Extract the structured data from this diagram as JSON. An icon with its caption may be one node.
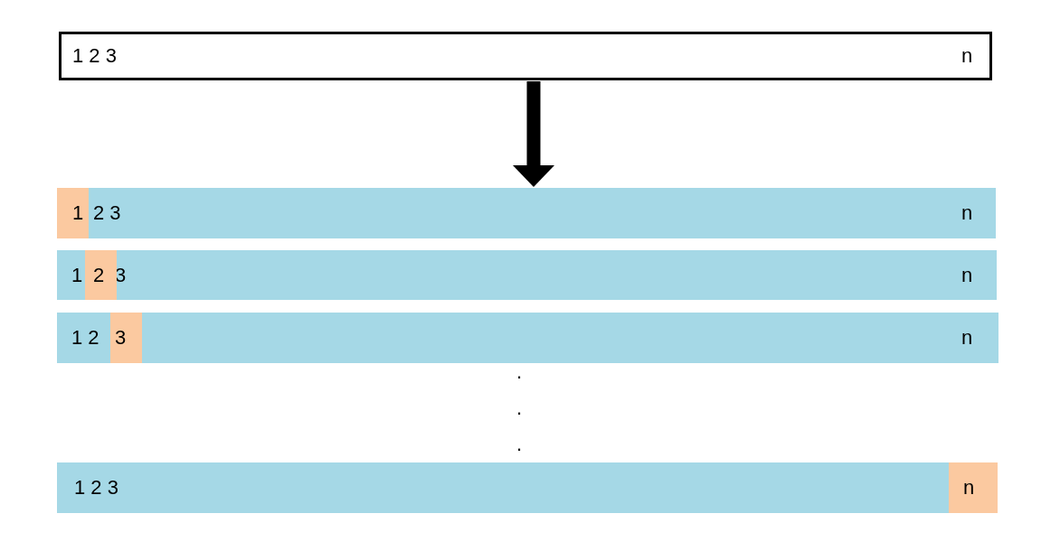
{
  "diagram": {
    "nodes": [
      {
        "text": [
          "1 2 3",
          "n"
        ]
      },
      {
        "text": [
          "2 3",
          "n"
        ]
      },
      {
        "text": [
          "1"
        ],
        "in": 1
      },
      {
        "text": [
          "1",
          "3",
          "n"
        ]
      },
      {
        "text": [
          "2"
        ],
        "in": 3
      },
      {
        "text": [
          "1 2",
          "n"
        ]
      },
      {
        "text": [
          "3"
        ],
        "in": 5
      },
      {
        "text": [
          "1 2 3"
        ]
      },
      {
        "text": [
          "n"
        ],
        "in": 7
      }
    ],
    "edges": [
      {
        "from": 0,
        "to": 1,
        "arrow": "to"
      }
    ],
    "labels": [
      ".",
      ".",
      "."
    ]
  }
}
